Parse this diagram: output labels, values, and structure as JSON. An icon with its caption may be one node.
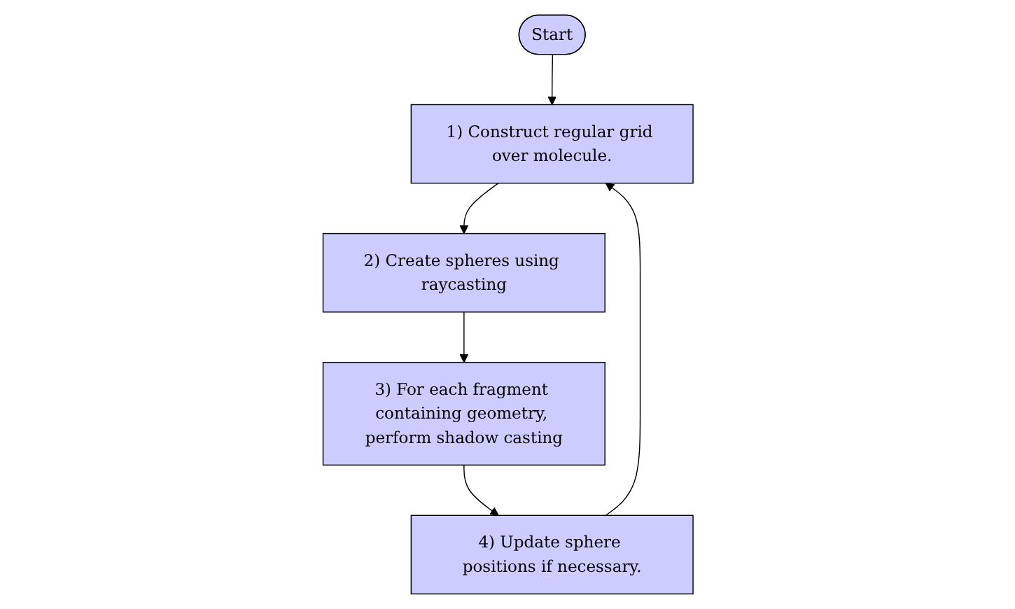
{
  "diagram": {
    "nodes": [
      {
        "text": [
          "Start"
        ]
      },
      {
        "text": [
          "4) Update sphere positions if necessary."
        ]
      },
      {
        "text": [
          "1) Construct regular grid over molecule."
        ]
      },
      {
        "text": [
          "3) For each fragment containing geometry, perform shadow casting"
        ]
      },
      {
        "text": [
          "2) Create spheres using raycasting"
        ]
      }
    ],
    "edges": [
      {
        "from": 0,
        "to": 2,
        "arrow": "to"
      },
      {
        "from": 2,
        "to": 4,
        "arrow": "to"
      },
      {
        "from": 4,
        "to": 3,
        "arrow": "to"
      },
      {
        "from": 3,
        "to": 1,
        "arrow": "to"
      },
      {
        "from": 1,
        "to": 2,
        "arrow": "to"
      }
    ]
  }
}
